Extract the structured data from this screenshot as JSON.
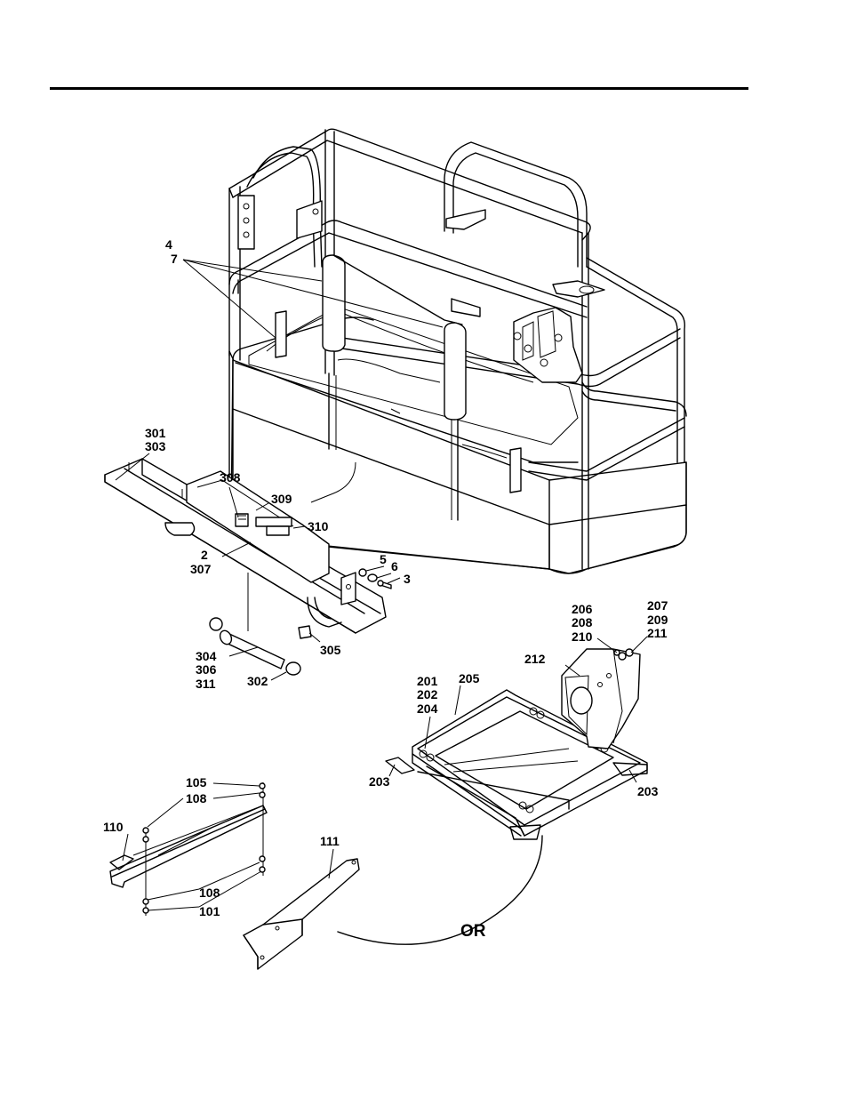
{
  "callouts": {
    "c4": "4",
    "c7": "7",
    "c301": "301",
    "c303": "303",
    "c308": "308",
    "c309": "309",
    "c310": "310",
    "c2": "2",
    "c307": "307",
    "c5": "5",
    "c6": "6",
    "c3": "3",
    "c304": "304",
    "c306": "306",
    "c311": "311",
    "c302": "302",
    "c305": "305",
    "c206": "206",
    "c208": "208",
    "c210": "210",
    "c207": "207",
    "c209": "209",
    "c211": "211",
    "c212": "212",
    "c201": "201",
    "c202": "202",
    "c204": "204",
    "c205": "205",
    "c203a": "203",
    "c203b": "203",
    "c105": "105",
    "c108a": "108",
    "c110": "110",
    "c108b": "108",
    "c101": "101",
    "c111": "111"
  },
  "or_label": "OR"
}
